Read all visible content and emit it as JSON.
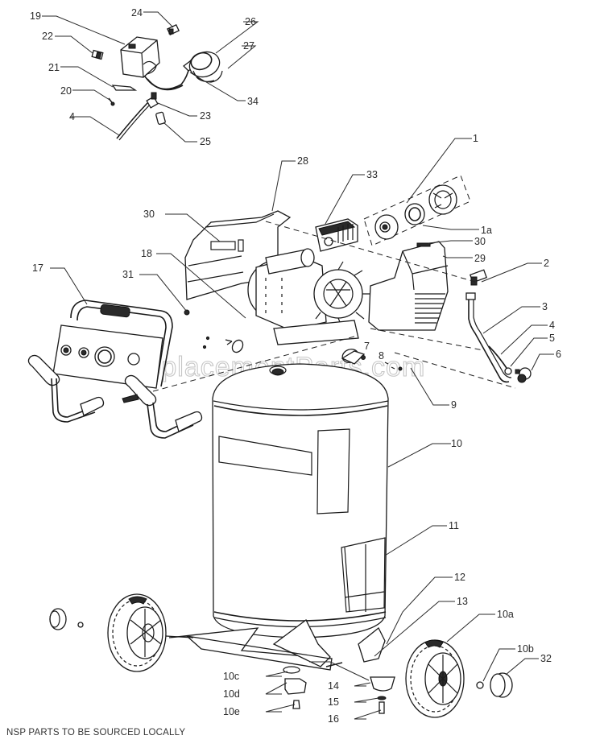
{
  "diagram": {
    "title": "Air Compressor Exploded Parts Diagram",
    "watermark": "eReplacementParts.com",
    "footnote": "NSP PARTS TO BE SOURCED LOCALLY",
    "callouts": {
      "p1": "1",
      "p1a": "1a",
      "p2": "2",
      "p3": "3",
      "p4a": "4",
      "p4b": "4",
      "p5": "5",
      "p6": "6",
      "p7": "7",
      "p8": "8",
      "p9": "9",
      "p10": "10",
      "p10a": "10a",
      "p10b": "10b",
      "p10c": "10c",
      "p10d": "10d",
      "p10e": "10e",
      "p11": "11",
      "p12": "12",
      "p13": "13",
      "p14": "14",
      "p15": "15",
      "p16": "16",
      "p17": "17",
      "p18": "18",
      "p19": "19",
      "p20": "20",
      "p21": "21",
      "p22": "22",
      "p23": "23",
      "p24": "24",
      "p25": "25",
      "p26": "26",
      "p27": "27",
      "p28": "28",
      "p29": "29",
      "p30a": "30",
      "p30b": "30",
      "p31": "31",
      "p32": "32",
      "p33": "33",
      "p34": "34"
    },
    "parts": {
      "pressure_switch": "19",
      "power_cord": "34",
      "hose": "4",
      "tank": "10",
      "wheel": "10a",
      "handle": "17",
      "pump": "33",
      "shroud": "28",
      "belt_guard": "29"
    }
  }
}
